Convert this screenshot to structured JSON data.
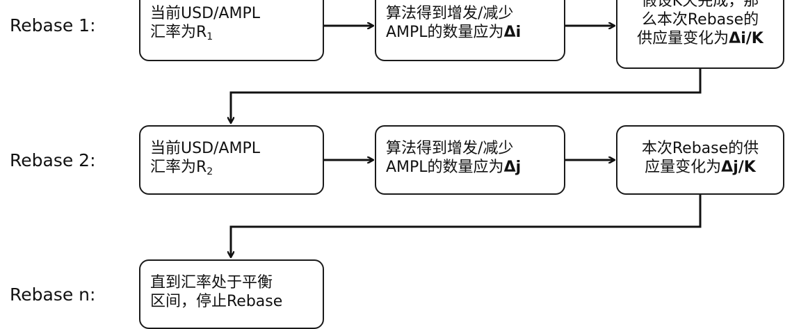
{
  "rows": [
    {
      "label": "Rebase 1:",
      "rate_box": {
        "prefix": "当前USD/AMPL",
        "line2": "汇率为R",
        "sub": "1"
      },
      "algo_box": {
        "line1": "算法得到增发/减少",
        "line2_prefix": "AMPL的数量应为",
        "delta": "Δi"
      },
      "result_box": {
        "line1": "假设K天完成，那",
        "line2": "么本次Rebase的",
        "line3_prefix": "供应量变化为",
        "delta": "Δi/K"
      }
    },
    {
      "label": "Rebase 2:",
      "rate_box": {
        "prefix": "当前USD/AMPL",
        "line2": "汇率为R",
        "sub": "2"
      },
      "algo_box": {
        "line1": "算法得到增发/减少",
        "line2_prefix": "AMPL的数量应为",
        "delta": "Δj"
      },
      "result_box": {
        "line1": "本次Rebase的供",
        "line2_prefix": "应量变化为",
        "delta": "Δj/K"
      }
    },
    {
      "label": "Rebase n:",
      "end_box": {
        "line1": "直到汇率处于平衡",
        "line2": "区间，停止Rebase"
      }
    }
  ]
}
